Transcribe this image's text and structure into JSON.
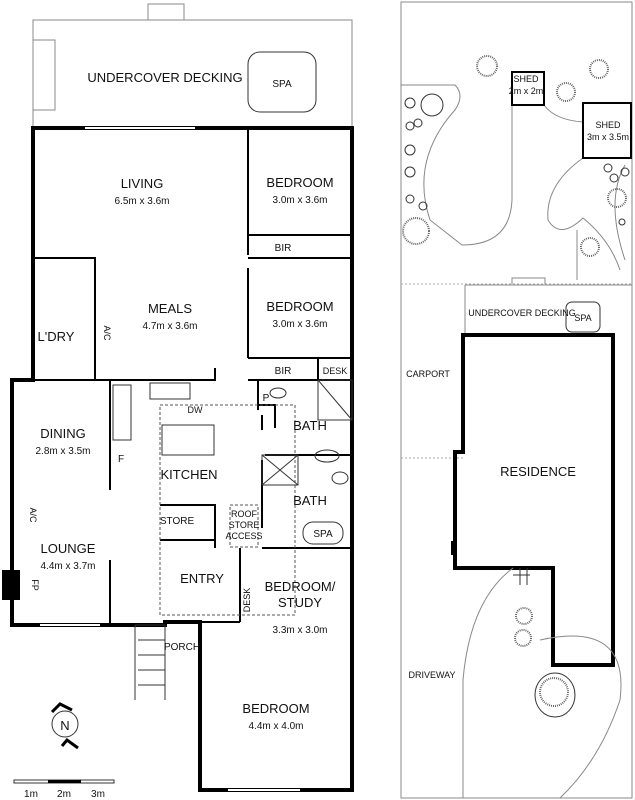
{
  "floor_plan": {
    "rooms": {
      "undercover_decking": "UNDERCOVER DECKING",
      "spa_deck": "SPA",
      "living": "LIVING",
      "living_dim": "6.5m x 3.6m",
      "bedroom1": "BEDROOM",
      "bedroom1_dim": "3.0m x 3.6m",
      "bir1": "BIR",
      "meals": "MEALS",
      "meals_dim": "4.7m x 3.6m",
      "ac1": "A/C",
      "laundry": "L'DRY",
      "bedroom2": "BEDROOM",
      "bedroom2_dim": "3.0m x 3.6m",
      "bir2": "BIR",
      "desk1": "DESK",
      "pantry": "P",
      "dw": "DW",
      "bath1": "BATH",
      "dining": "DINING",
      "dining_dim": "2.8m x 3.5m",
      "fridge": "F",
      "kitchen": "KITCHEN",
      "bath2": "BATH",
      "ac2": "A/C",
      "store": "STORE",
      "roof_store_1": "ROOF",
      "roof_store_2": "STORE",
      "roof_store_3": "ACCESS",
      "spa_bath": "SPA",
      "lounge": "LOUNGE",
      "lounge_dim": "4.4m x 3.7m",
      "fp": "FP",
      "entry": "ENTRY",
      "bedroom_study_1": "BEDROOM/",
      "bedroom_study_2": "STUDY",
      "bedroom_study_dim": "3.3m x 3.0m",
      "desk2": "DESK",
      "porch": "PORCH",
      "bedroom3": "BEDROOM",
      "bedroom3_dim": "4.4m x 4.0m"
    },
    "north": "N",
    "scale": [
      "1m",
      "2m",
      "3m"
    ]
  },
  "site_plan": {
    "shed1": "SHED",
    "shed1_dim": "2m x 2m",
    "shed2": "SHED",
    "shed2_dim": "3m x 3.5m",
    "undercover_decking": "UNDERCOVER DECKING",
    "spa": "SPA",
    "carport": "CARPORT",
    "residence": "RESIDENCE",
    "driveway": "DRIVEWAY"
  }
}
